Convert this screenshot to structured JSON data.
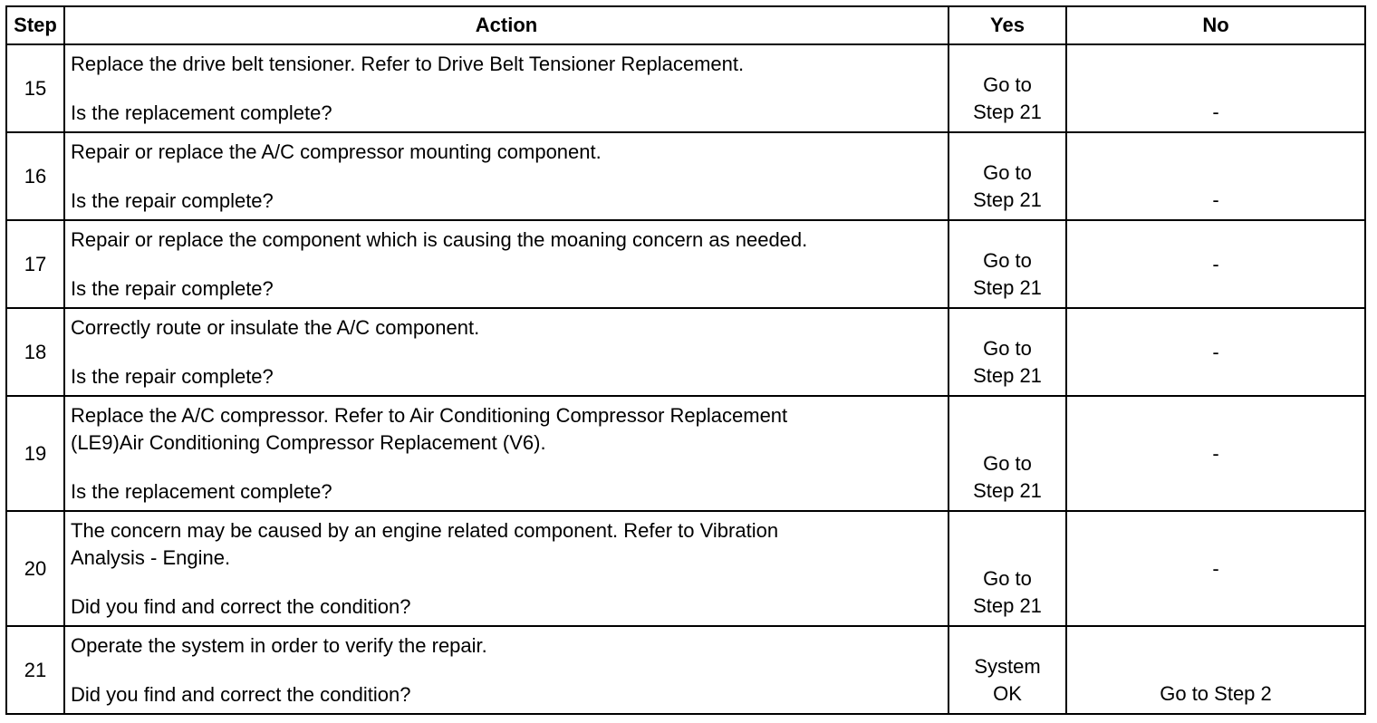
{
  "table": {
    "headers": {
      "step": "Step",
      "action": "Action",
      "yes": "Yes",
      "no": "No"
    },
    "rows": [
      {
        "step": "15",
        "action_lines": [
          "Replace the drive belt tensioner. Refer to Drive Belt Tensioner Replacement."
        ],
        "question": "Is the replacement complete?",
        "yes": [
          "Go to",
          "Step 21"
        ],
        "no": "-"
      },
      {
        "step": "16",
        "action_lines": [
          "Repair or replace the A/C compressor mounting component."
        ],
        "question": "Is the repair complete?",
        "yes": [
          "Go to",
          "Step 21"
        ],
        "no": "-"
      },
      {
        "step": "17",
        "action_lines": [
          "Repair or replace the component which is causing the moaning concern as needed."
        ],
        "question": "Is the repair complete?",
        "yes": [
          "Go to",
          "Step 21"
        ],
        "no": "-"
      },
      {
        "step": "18",
        "action_lines": [
          "Correctly route or insulate the A/C component."
        ],
        "question": "Is the repair complete?",
        "yes": [
          "Go to",
          "Step 21"
        ],
        "no": "-"
      },
      {
        "step": "19",
        "action_lines": [
          "Replace the A/C compressor. Refer to Air Conditioning Compressor Replacement",
          "(LE9)Air Conditioning Compressor Replacement (V6)."
        ],
        "question": "Is the replacement complete?",
        "yes": [
          "Go to",
          "Step 21"
        ],
        "no": "-"
      },
      {
        "step": "20",
        "action_lines": [
          "The concern may be caused by an engine related component. Refer to Vibration",
          "Analysis - Engine."
        ],
        "question": "Did you find and correct the condition?",
        "yes": [
          "Go to",
          "Step 21"
        ],
        "no": "-"
      },
      {
        "step": "21",
        "action_lines": [
          "Operate the system in order to verify the repair."
        ],
        "question": "Did you find and correct the condition?",
        "yes": [
          "System",
          "OK"
        ],
        "no": "Go to Step 2"
      }
    ]
  }
}
